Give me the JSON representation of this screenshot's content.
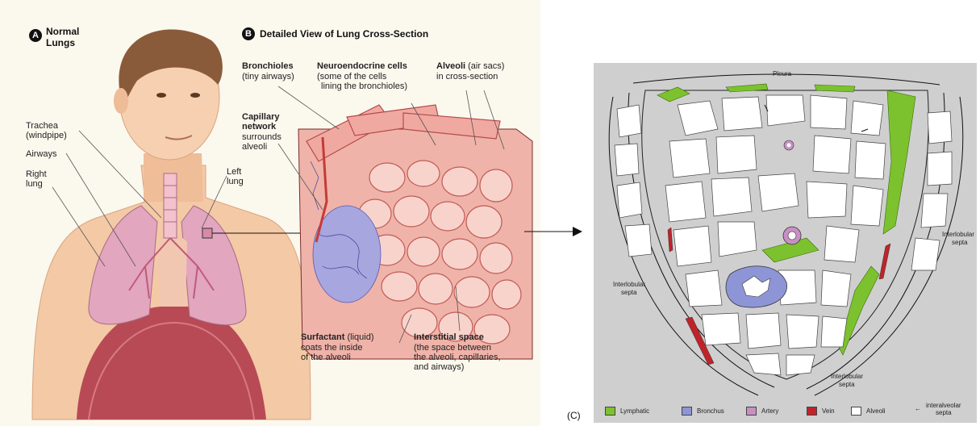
{
  "panel_a": {
    "badge": "A",
    "title_line1": "Normal",
    "title_line2": "Lungs",
    "labels": {
      "trachea_1": "Trachea",
      "trachea_2": "(windpipe)",
      "airways": "Airways",
      "right_lung_1": "Right",
      "right_lung_2": "lung",
      "left_lung_1": "Left",
      "left_lung_2": "lung"
    }
  },
  "panel_b": {
    "badge": "B",
    "title": "Detailed View of Lung Cross-Section",
    "bronchioles_bold": "Bronchioles",
    "bronchioles_desc": "(tiny airways)",
    "neuro_bold": "Neuroendocrine cells",
    "neuro_desc1": "(some of the cells",
    "neuro_desc2": "lining the bronchioles)",
    "alveoli_bold": "Alveoli",
    "alveoli_desc1": "(air sacs)",
    "alveoli_desc2": "in cross-section",
    "capillary_1": "Capillary",
    "capillary_2": "network",
    "capillary_3": "surrounds",
    "capillary_4": "alveoli",
    "surfactant_bold": "Surfactant",
    "surfactant_desc1": "(liquid)",
    "surfactant_desc2": "coats the inside",
    "surfactant_desc3": "of the alveoli",
    "interstitial_bold": "Interstitial space",
    "interstitial_desc1": "(the space between",
    "interstitial_desc2": "the alveoli, capillaries,",
    "interstitial_desc3": "and airways)"
  },
  "panel_c": {
    "marker": "(C)",
    "pleura": "Pleura",
    "septa_right_1": "Interlobular",
    "septa_right_2": "septa",
    "septa_left_1": "Interlobular",
    "septa_left_2": "septa",
    "septa_bottom_1": "Interlobular",
    "septa_bottom_2": "septa",
    "legend": {
      "lymphatic": "Lymphatic",
      "bronchus": "Bronchus",
      "artery": "Artery",
      "vein": "Vein",
      "alveoli": "Alveoli",
      "interalveolar_1": "interalveolar",
      "interalveolar_2": "septa"
    },
    "colors": {
      "lymphatic": "#7cc22e",
      "bronchus": "#8e95d6",
      "artery": "#c98fc4",
      "vein": "#c0232a",
      "alveoli": "#ffffff",
      "background": "#cfcfcf"
    }
  }
}
